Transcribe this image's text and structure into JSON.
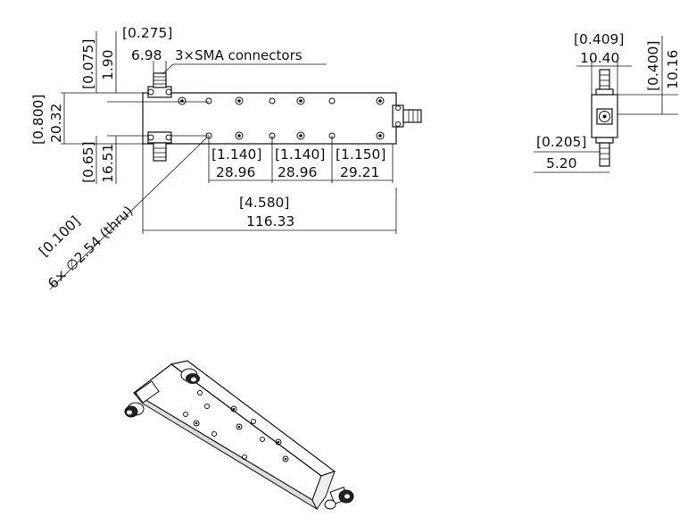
{
  "top_view": {
    "connector_label": "3×SMA connectors",
    "conn_offset_in": "[0.275]",
    "conn_offset_mm": "6.98",
    "top_margin_in": "[0.075]",
    "top_margin_mm": "1.90",
    "width_in": "[0.800]",
    "width_mm": "20.32",
    "port_spacing_in": "[0.65]",
    "port_spacing_mm": "16.51",
    "hole_pitch_1_in": "[1.140]",
    "hole_pitch_1_mm": "28.96",
    "hole_pitch_2_in": "[1.140]",
    "hole_pitch_2_mm": "28.96",
    "hole_pitch_3_in": "[1.150]",
    "hole_pitch_3_mm": "29.21",
    "length_in": "[4.580]",
    "length_mm": "116.33",
    "hole_in": "[0.100]",
    "hole_mm": "6× ∅2.54 (thru)"
  },
  "side_view": {
    "depth_in": "[0.409]",
    "depth_mm": "10.40",
    "height_in": "[0.400]",
    "height_mm": "10.16",
    "conn_height_in": "[0.205]",
    "conn_height_mm": "5.20"
  },
  "iso_view": {
    "description_icon": "iso-splitter-icon"
  }
}
